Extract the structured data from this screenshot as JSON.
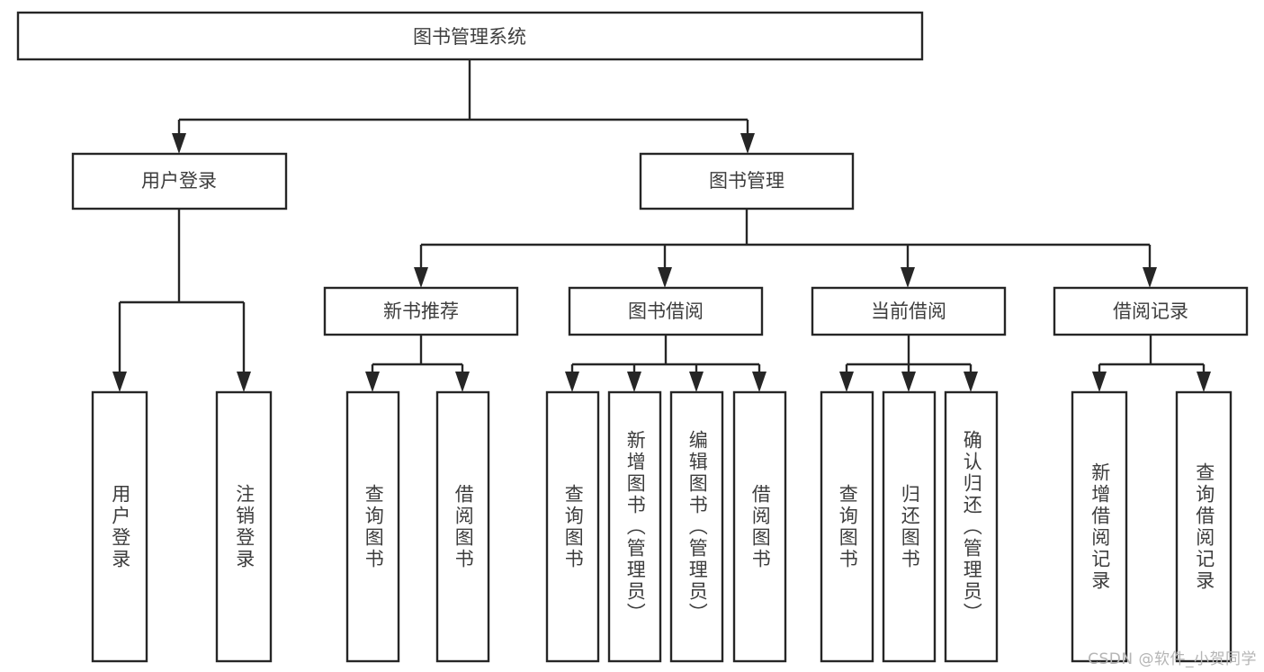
{
  "diagram": {
    "type": "tree-hierarchy-chart",
    "title": "图书管理系统",
    "watermark": "CSDN @软件_小贺同学",
    "colors": {
      "background": "#ffffff",
      "box_fill": "#ffffff",
      "box_stroke": "#262626",
      "text": "#3d3d3d",
      "watermark": "#b5b5b5"
    },
    "levels": [
      {
        "level": 1,
        "nodes": [
          {
            "id": "root",
            "label": "图书管理系统",
            "orientation": "horizontal"
          }
        ]
      },
      {
        "level": 2,
        "nodes": [
          {
            "id": "user-login",
            "label": "用户登录",
            "orientation": "horizontal",
            "parent": "root"
          },
          {
            "id": "book-manage",
            "label": "图书管理",
            "orientation": "horizontal",
            "parent": "root"
          }
        ]
      },
      {
        "level": 3,
        "nodes": [
          {
            "id": "new-book-rec",
            "label": "新书推荐",
            "orientation": "horizontal",
            "parent": "book-manage"
          },
          {
            "id": "book-borrow",
            "label": "图书借阅",
            "orientation": "horizontal",
            "parent": "book-manage"
          },
          {
            "id": "current-borrow",
            "label": "当前借阅",
            "orientation": "horizontal",
            "parent": "book-manage"
          },
          {
            "id": "borrow-record",
            "label": "借阅记录",
            "orientation": "horizontal",
            "parent": "book-manage"
          }
        ]
      },
      {
        "level": 4,
        "nodes": [
          {
            "id": "leaf-user-login",
            "label": "用户登录",
            "orientation": "vertical",
            "parent": "user-login"
          },
          {
            "id": "leaf-user-logout",
            "label": "注销登录",
            "orientation": "vertical",
            "parent": "user-login"
          },
          {
            "id": "leaf-query-book-1",
            "label": "查询图书",
            "orientation": "vertical",
            "parent": "new-book-rec"
          },
          {
            "id": "leaf-borrow-book-1",
            "label": "借阅图书",
            "orientation": "vertical",
            "parent": "new-book-rec"
          },
          {
            "id": "leaf-query-book-2",
            "label": "查询图书",
            "orientation": "vertical",
            "parent": "book-borrow"
          },
          {
            "id": "leaf-add-book",
            "label": "新增图书（管理员）",
            "orientation": "vertical",
            "parent": "book-borrow"
          },
          {
            "id": "leaf-edit-book",
            "label": "编辑图书（管理员）",
            "orientation": "vertical",
            "parent": "book-borrow"
          },
          {
            "id": "leaf-borrow-book-2",
            "label": "借阅图书",
            "orientation": "vertical",
            "parent": "book-borrow"
          },
          {
            "id": "leaf-query-book-3",
            "label": "查询图书",
            "orientation": "vertical",
            "parent": "current-borrow"
          },
          {
            "id": "leaf-return-book",
            "label": "归还图书",
            "orientation": "vertical",
            "parent": "current-borrow"
          },
          {
            "id": "leaf-confirm-return",
            "label": "确认归还（管理员）",
            "orientation": "vertical",
            "parent": "current-borrow"
          },
          {
            "id": "leaf-add-record",
            "label": "新增借阅记录",
            "orientation": "vertical",
            "parent": "borrow-record"
          },
          {
            "id": "leaf-query-record",
            "label": "查询借阅记录",
            "orientation": "vertical",
            "parent": "borrow-record"
          }
        ]
      }
    ]
  }
}
